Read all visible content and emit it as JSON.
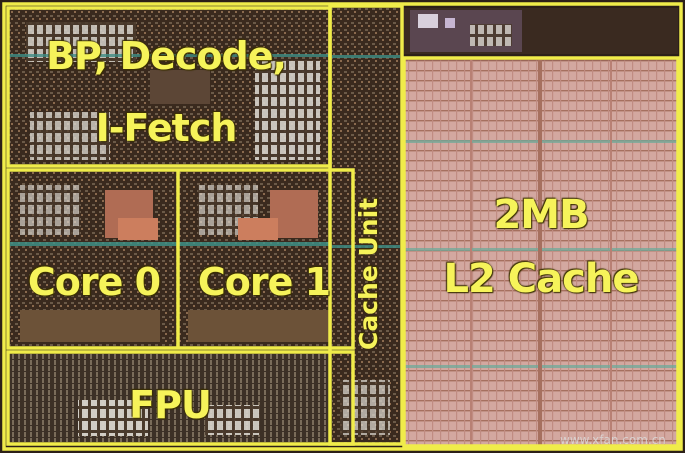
{
  "labels": {
    "frontend_line1": "BP, Decode,",
    "frontend_line2": "I-Fetch",
    "core0": "Core 0",
    "core1": "Core 1",
    "fpu": "FPU",
    "cache_unit": "Cache Unit",
    "l2_line1": "2MB",
    "l2_line2": "L2 Cache"
  },
  "watermark": "www.xfan.com.cn",
  "colors": {
    "outline": "#f0ec4a",
    "label_text": "#f6f35a",
    "cache_fill": "#d3a8a0",
    "cache_line": "#a6705f",
    "die_dark": "#2c2018"
  }
}
